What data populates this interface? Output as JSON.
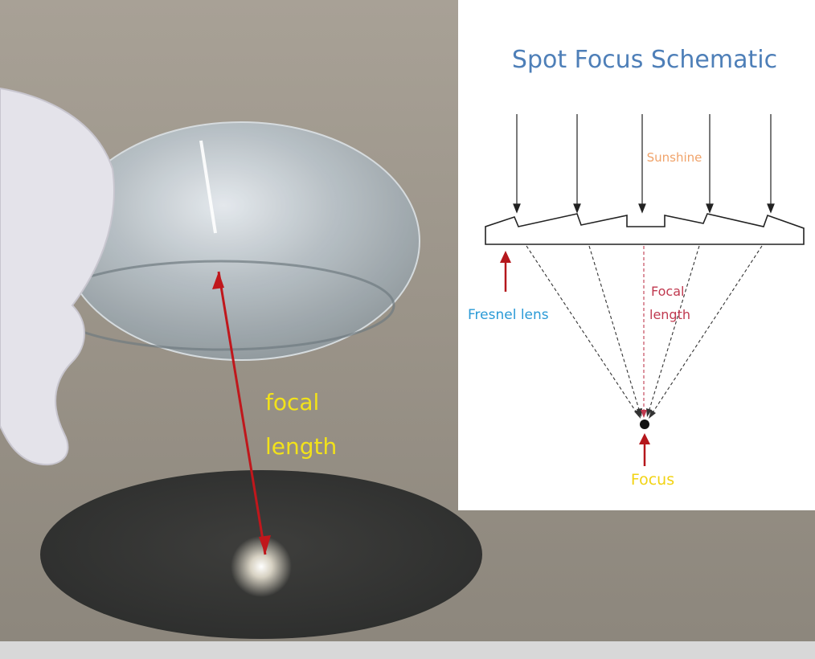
{
  "photo": {
    "focal_label_line1": "focal",
    "focal_label_line2": "length",
    "label_color": "#f2e21a",
    "arrow_color": "#c0171c"
  },
  "schematic": {
    "title": "Spot Focus Schematic",
    "title_color": "#4e7fb8",
    "sunshine_label": "Sunshine",
    "sunshine_color": "#f0a36a",
    "lens_label": "Fresnel lens",
    "lens_color": "#2a9ad6",
    "focal_label_line1": "Focal",
    "focal_label_line2": "length",
    "focal_color": "#c0394f",
    "focus_label": "Focus",
    "focus_color": "#f2d313",
    "pointer_color": "#b5171c"
  }
}
